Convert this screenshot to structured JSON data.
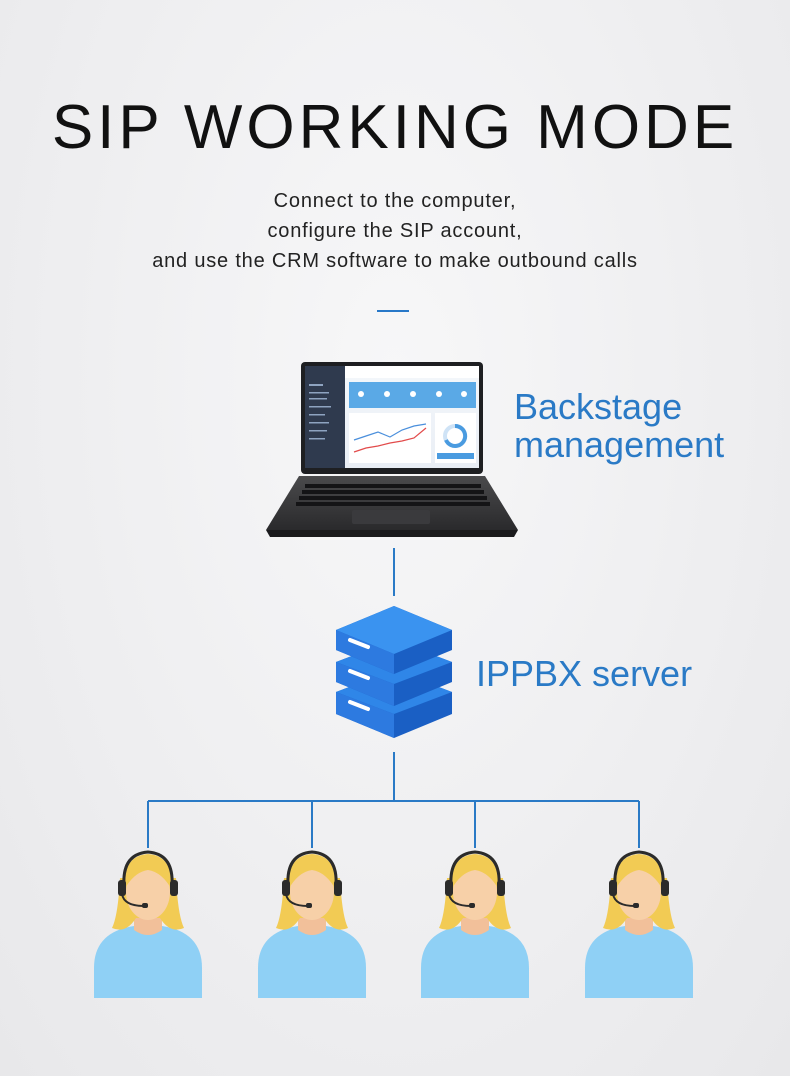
{
  "header": {
    "title": "SIP WORKING MODE",
    "subtitle_lines": [
      "Connect to the computer,",
      "configure the SIP account,",
      "and use the CRM software to make outbound calls"
    ]
  },
  "nodes": {
    "backstage": {
      "label_lines": [
        "Backstage",
        "management"
      ],
      "icon": "laptop-icon"
    },
    "server": {
      "label": "IPPBX server",
      "icon": "server-stack-icon"
    },
    "agents": {
      "count": 4,
      "icon": "agent-headset-icon"
    }
  },
  "colors": {
    "accent": "#2a7ac6",
    "line": "#2a7ac6",
    "server_top": "#2f86e8",
    "server_side": "#1a5fc4",
    "agent_body": "#8fd0f5",
    "agent_hair": "#f2cb54",
    "agent_skin": "#f7d0a8"
  }
}
